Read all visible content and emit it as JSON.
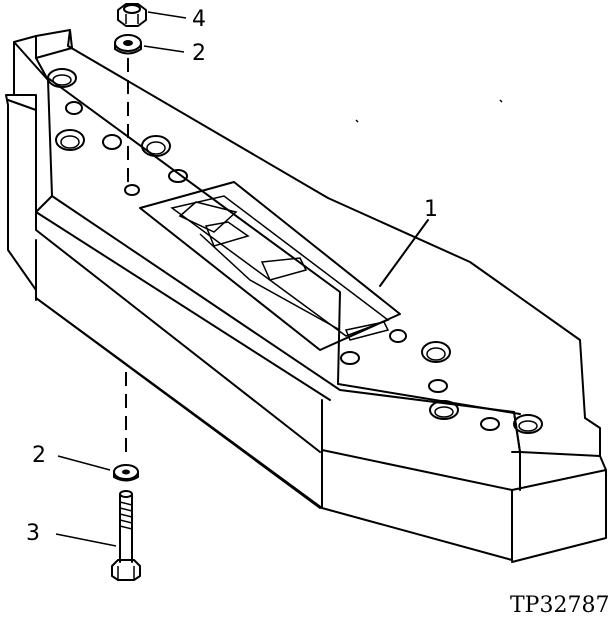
{
  "diagram": {
    "callouts": [
      {
        "id": "callout-4-top",
        "label": "4"
      },
      {
        "id": "callout-2-top",
        "label": "2"
      },
      {
        "id": "callout-1",
        "label": "1"
      },
      {
        "id": "callout-2-bottom",
        "label": "2"
      },
      {
        "id": "callout-3",
        "label": "3"
      }
    ],
    "reference_code": "TP32787"
  }
}
